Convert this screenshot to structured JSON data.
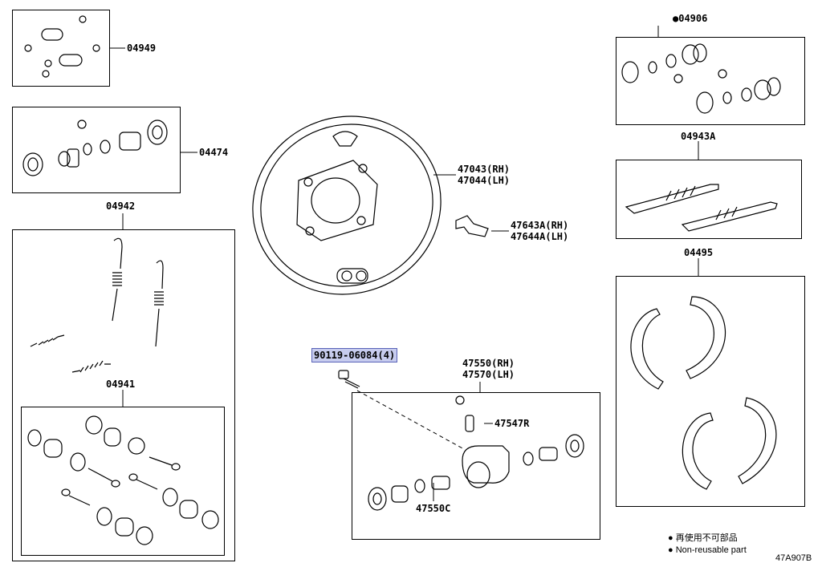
{
  "labels": {
    "p04949": "04949",
    "p04474": "04474",
    "p04942": "04942",
    "p04941": "04941",
    "p04906": "●04906",
    "p04943A": "04943A",
    "p04495": "04495",
    "p47043": "47043(RH)",
    "p47044": "47044(LH)",
    "p47643A": "47643A(RH)",
    "p47644A": "47644A(LH)",
    "p90119": "90119-06084(4)",
    "p47550": "47550(RH)",
    "p47570": "47570(LH)",
    "p47547R": "47547R",
    "p47550C": "47550C"
  },
  "legend": {
    "line1": "● 再使用不可部品",
    "line2": "● Non-reusable part"
  },
  "diagram_code": "47A907B",
  "colors": {
    "highlight": "#c7ccee",
    "highlight_border": "#5a63b8",
    "line": "#000000"
  }
}
